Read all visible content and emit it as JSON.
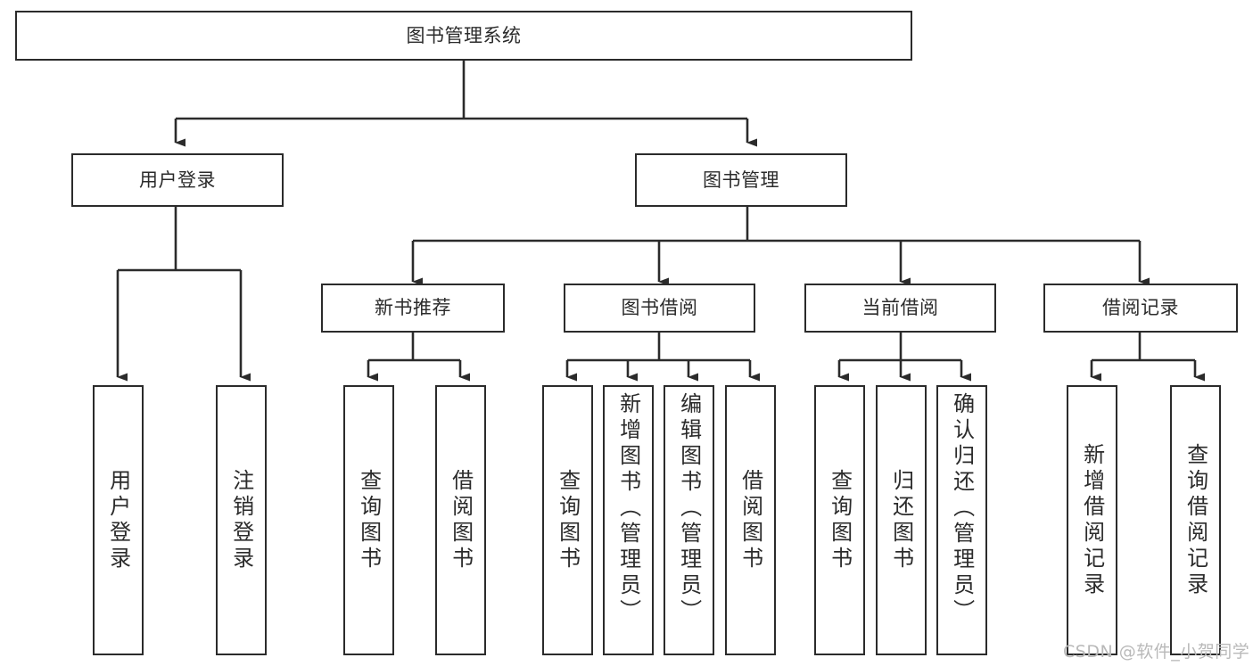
{
  "diagram": {
    "type": "hierarchy-tree",
    "title": "图书管理系统",
    "watermark": "CSDN @软件_小贺同学",
    "colors": {
      "stroke": "#2b2b2b",
      "fill": "#ffffff",
      "text": "#2b2b2b",
      "watermark": "#b9b9b9"
    },
    "nodes": {
      "root": {
        "label": "图书管理系统"
      },
      "level1": [
        {
          "id": "user-login",
          "label": "用户登录"
        },
        {
          "id": "book-manage",
          "label": "图书管理"
        }
      ],
      "level2": [
        {
          "id": "new-book-recommend",
          "label": "新书推荐"
        },
        {
          "id": "book-borrow",
          "label": "图书借阅"
        },
        {
          "id": "current-borrow",
          "label": "当前借阅"
        },
        {
          "id": "borrow-record",
          "label": "借阅记录"
        }
      ],
      "leaves": {
        "user-login": [
          {
            "id": "leaf-user-login",
            "label": "用户登录"
          },
          {
            "id": "leaf-logout-login",
            "label": "注销登录"
          }
        ],
        "new-book-recommend": [
          {
            "id": "leaf-query-book-1",
            "label": "查询图书"
          },
          {
            "id": "leaf-borrow-book-1",
            "label": "借阅图书"
          }
        ],
        "book-borrow": [
          {
            "id": "leaf-query-book-2",
            "label": "查询图书"
          },
          {
            "id": "leaf-add-book-admin",
            "label": "新增图书（管理员）"
          },
          {
            "id": "leaf-edit-book-admin",
            "label": "编辑图书（管理员）"
          },
          {
            "id": "leaf-borrow-book-2",
            "label": "借阅图书"
          }
        ],
        "current-borrow": [
          {
            "id": "leaf-query-book-3",
            "label": "查询图书"
          },
          {
            "id": "leaf-return-book",
            "label": "归还图书"
          },
          {
            "id": "leaf-confirm-return-admin",
            "label": "确认归还（管理员）"
          }
        ],
        "borrow-record": [
          {
            "id": "leaf-add-borrow-record",
            "label": "新增借阅记录"
          },
          {
            "id": "leaf-query-borrow-record",
            "label": "查询借阅记录"
          }
        ]
      }
    }
  }
}
